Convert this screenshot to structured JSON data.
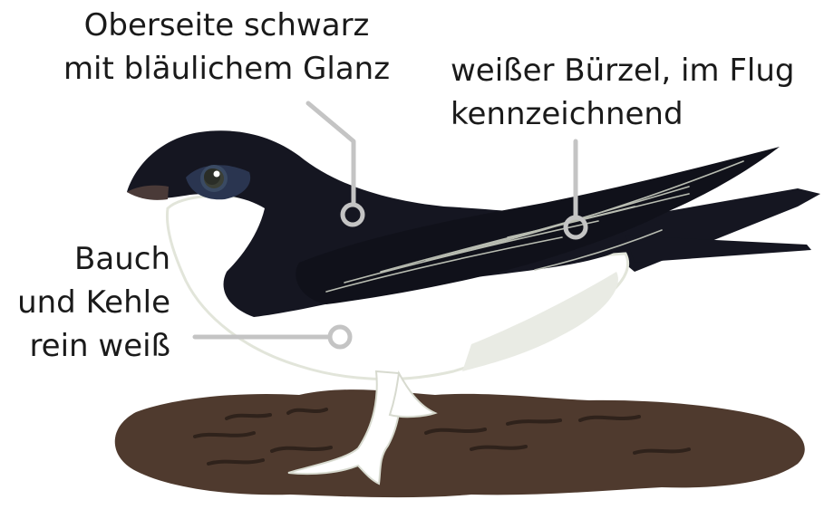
{
  "annotations": {
    "upperside": [
      "Oberseite schwarz",
      "mit bläulichem Glanz"
    ],
    "rump": [
      "weißer Bürzel, im Flug",
      "kennzeichnend"
    ],
    "belly": [
      "Bauch",
      "und Kehle",
      "rein weiß"
    ]
  },
  "colors": {
    "plumage_dark": "#151621",
    "cheek_sheen": "#2a3550",
    "white_plumage": "#ffffff",
    "white_shadow": "#e9ebe4",
    "ground": "#4f3a2e",
    "ground_dark": "#2f221b",
    "leader_line": "#c4c4c4",
    "feather_edge": "#b9bdb2",
    "beak": "#4a3a38"
  },
  "icons": [
    "house-martin-bird",
    "mud-ground"
  ]
}
